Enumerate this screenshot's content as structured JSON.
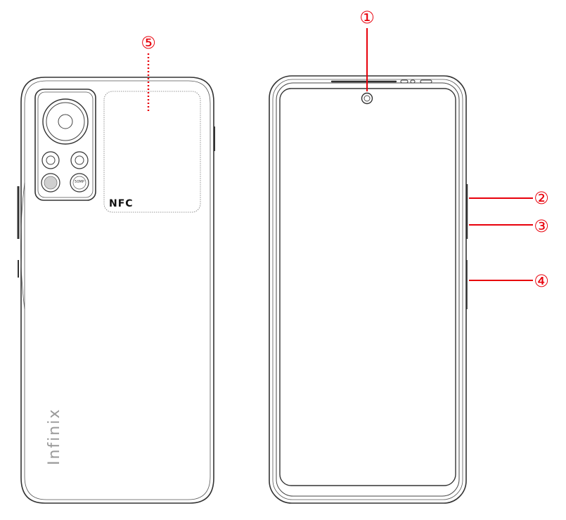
{
  "back_view": {
    "nfc_label": "NFC",
    "brand_text": "Infinix",
    "lens_label": "50MP"
  },
  "callouts": [
    {
      "id": "1",
      "label": "①"
    },
    {
      "id": "2",
      "label": "②"
    },
    {
      "id": "3",
      "label": "③"
    },
    {
      "id": "4",
      "label": "④"
    },
    {
      "id": "5",
      "label": "⑤"
    }
  ],
  "colors": {
    "outline": "#333333",
    "callout": "#e8000b",
    "brand": "#9a9a9a"
  }
}
